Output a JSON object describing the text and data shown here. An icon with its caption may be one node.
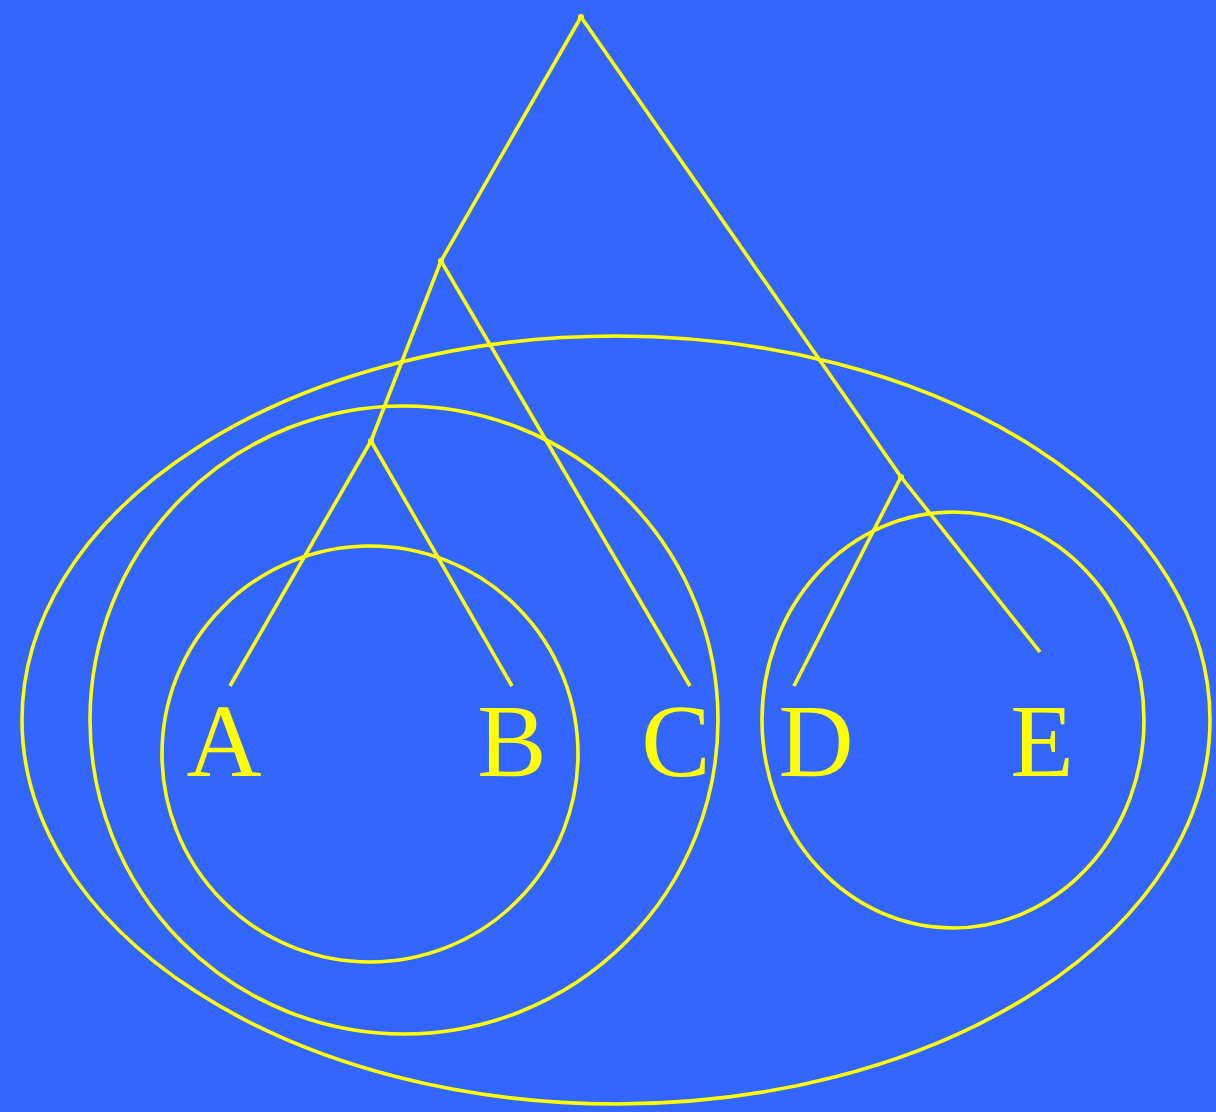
{
  "diagram": {
    "nodes": [
      {
        "text": [],
        "shape": "point"
      },
      {
        "text": [],
        "shape": "point"
      },
      {
        "text": [],
        "shape": "ellipse"
      },
      {
        "text": [],
        "shape": "circle",
        "in": 2
      },
      {
        "text": [],
        "shape": "point",
        "in": 3
      },
      {
        "text": [],
        "shape": "circle",
        "in": 3
      },
      {
        "text": [
          "A"
        ],
        "in": 5
      },
      {
        "text": [
          "B"
        ],
        "in": 5
      },
      {
        "text": [
          "C"
        ],
        "in": 3
      },
      {
        "text": [],
        "shape": "point",
        "in": 2
      },
      {
        "text": [],
        "shape": "circle",
        "in": 2
      },
      {
        "text": [
          "D"
        ],
        "in": 10
      },
      {
        "text": [
          "E"
        ],
        "in": 10
      }
    ],
    "edges": [
      {
        "from": 0,
        "to": 1,
        "arrow": "none"
      },
      {
        "from": 1,
        "to": 4,
        "arrow": "none"
      },
      {
        "from": 4,
        "to": 6,
        "arrow": "none"
      },
      {
        "from": 4,
        "to": 7,
        "arrow": "none"
      },
      {
        "from": 1,
        "to": 8,
        "arrow": "none"
      },
      {
        "from": 0,
        "to": 9,
        "arrow": "none"
      },
      {
        "from": 9,
        "to": 11,
        "arrow": "none"
      },
      {
        "from": 9,
        "to": 12,
        "arrow": "none"
      }
    ]
  }
}
